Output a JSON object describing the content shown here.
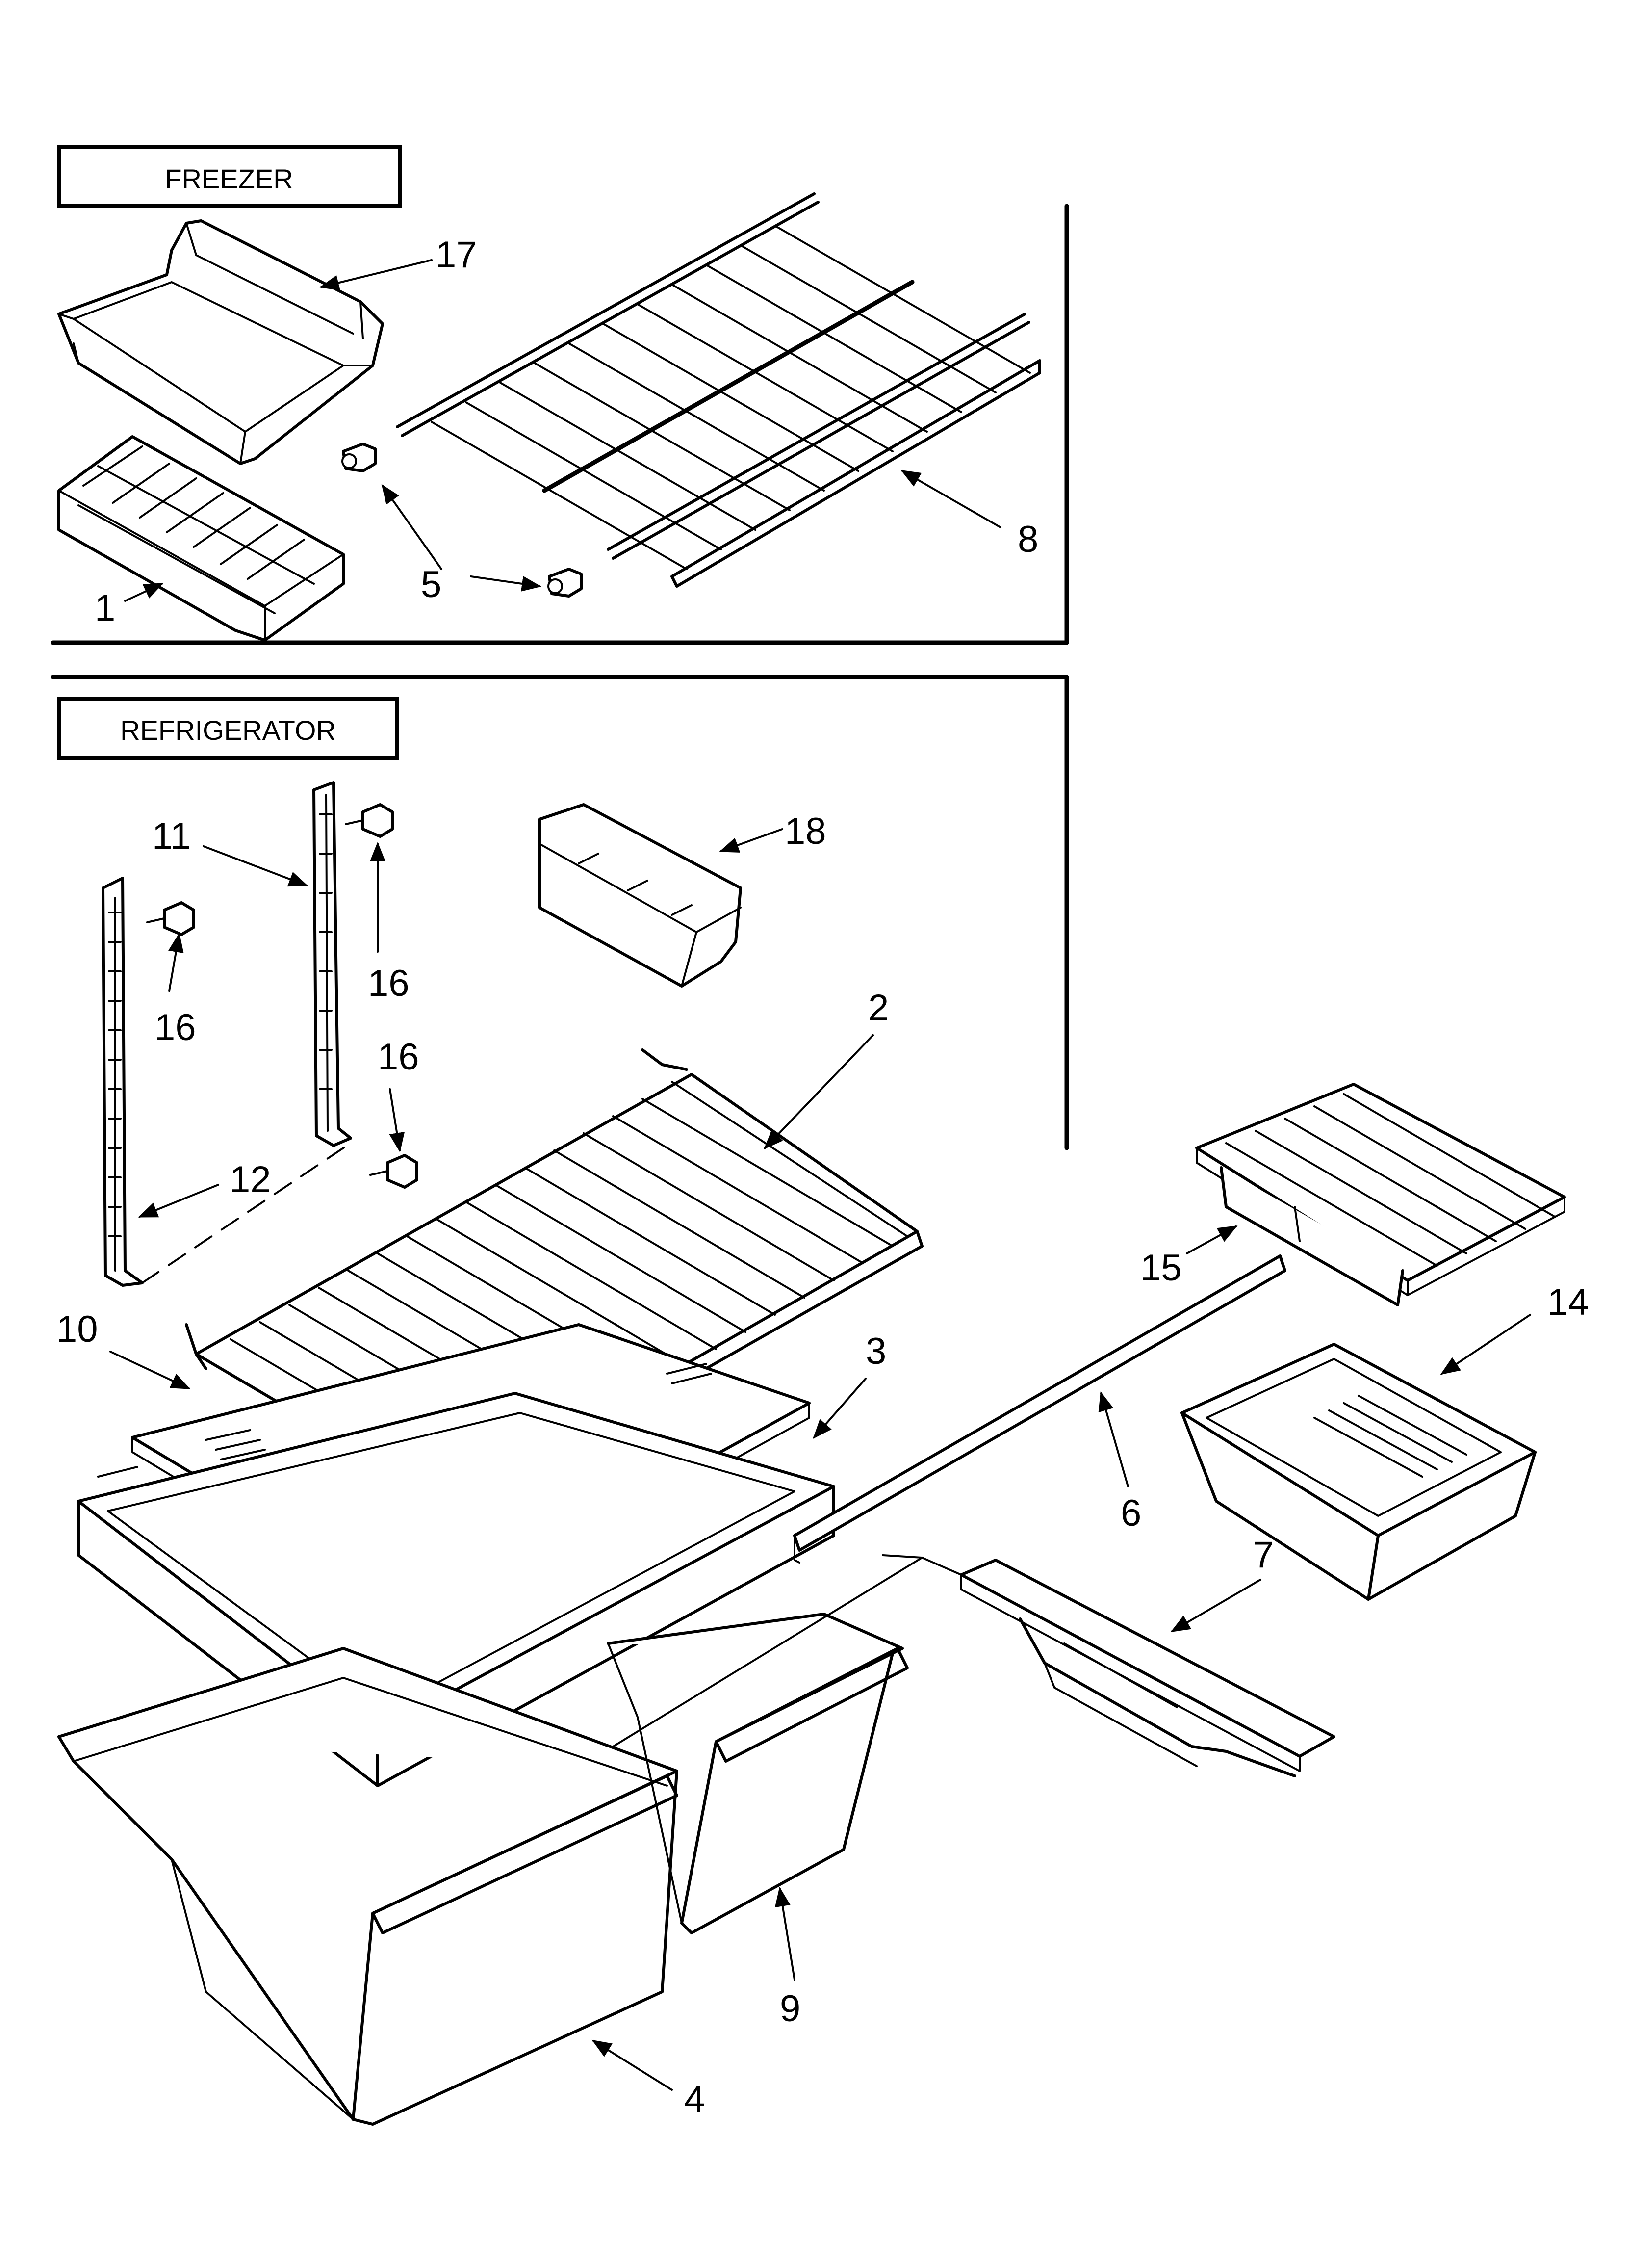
{
  "sections": {
    "freezer": {
      "label": "FREEZER"
    },
    "refrigerator": {
      "label": "REFRIGERATOR"
    }
  },
  "callouts": [
    {
      "id": "17",
      "text": "17"
    },
    {
      "id": "8",
      "text": "8"
    },
    {
      "id": "5",
      "text": "5"
    },
    {
      "id": "1",
      "text": "1"
    },
    {
      "id": "11",
      "text": "11"
    },
    {
      "id": "18",
      "text": "18"
    },
    {
      "id": "16a",
      "text": "16"
    },
    {
      "id": "16b",
      "text": "16"
    },
    {
      "id": "16c",
      "text": "16"
    },
    {
      "id": "2",
      "text": "2"
    },
    {
      "id": "12",
      "text": "12"
    },
    {
      "id": "10",
      "text": "10"
    },
    {
      "id": "3",
      "text": "3"
    },
    {
      "id": "15",
      "text": "15"
    },
    {
      "id": "14",
      "text": "14"
    },
    {
      "id": "6",
      "text": "6"
    },
    {
      "id": "7",
      "text": "7"
    },
    {
      "id": "9",
      "text": "9"
    },
    {
      "id": "4",
      "text": "4"
    }
  ]
}
